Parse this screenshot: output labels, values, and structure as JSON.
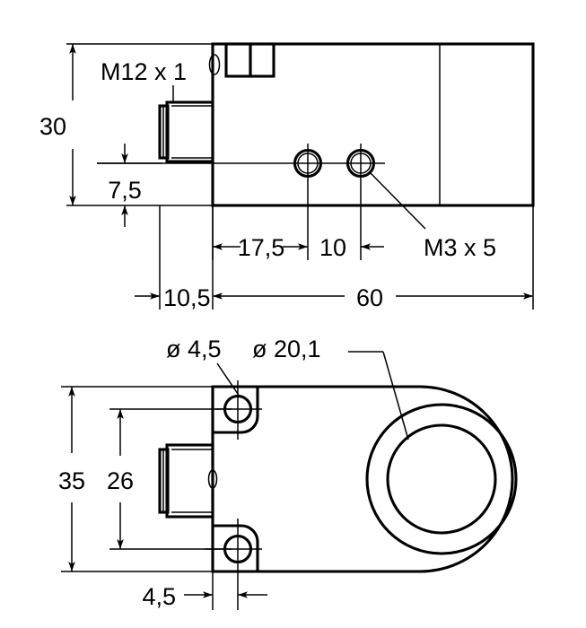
{
  "drawing": {
    "title": "Inductive ring sensor dimensional drawing",
    "units": "mm",
    "line_color": "#000000",
    "background_color": "#ffffff",
    "views": [
      {
        "name": "side-view",
        "description": "Side elevation of sensor body with M12 connector"
      },
      {
        "name": "top-view",
        "description": "Plan view with mounting tabs and ring aperture"
      }
    ],
    "labels": {
      "height_30": "30",
      "offset_7_5": "7,5",
      "connector_m12": "M12 x 1",
      "dist_17_5": "17,5",
      "dist_10": "10",
      "thread_m3": "M3 x 5",
      "dist_10_5": "10,5",
      "length_60": "60",
      "hole_4_5": "ø 4,5",
      "bore_20_1": "ø 20,1",
      "width_35": "35",
      "hole_spacing_26": "26",
      "edge_4_5": "4,5"
    }
  }
}
